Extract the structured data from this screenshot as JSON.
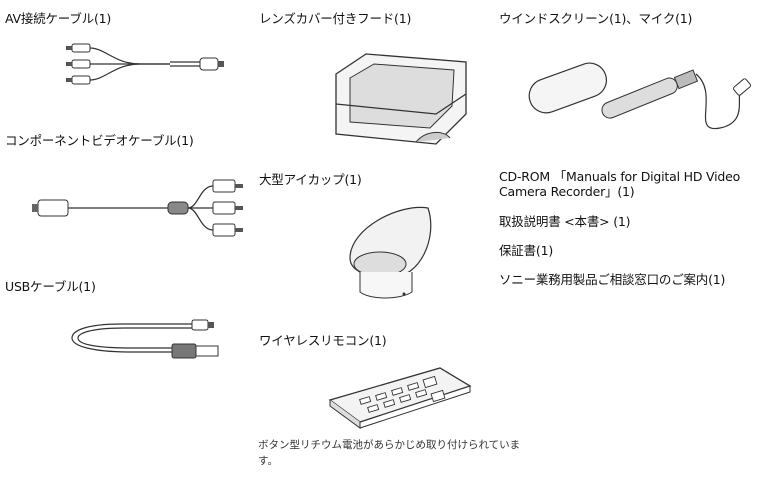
{
  "items": {
    "av_cable": "AV接続ケーブル(1)",
    "component_cable": "コンポーネントビデオケーブル(1)",
    "usb_cable": "USBケーブル(1)",
    "lens_hood": "レンズカバー付きフード(1)",
    "eyecup": "大型アイカップ(1)",
    "remote": "ワイヤレスリモコン(1)",
    "windscreen_mic": "ウインドスクリーン(1)、マイク(1)",
    "cdrom": "CD-ROM 「Manuals for Digital HD Video Camera Recorder」(1)",
    "manual": "取扱説明書 <本書> (1)",
    "warranty": "保証書(1)",
    "sony_guide": "ソニー業務用製品ご相談窓口のご案内(1)"
  },
  "remote_note": "ボタン型リチウム電池があらかじめ取り付けられています。"
}
